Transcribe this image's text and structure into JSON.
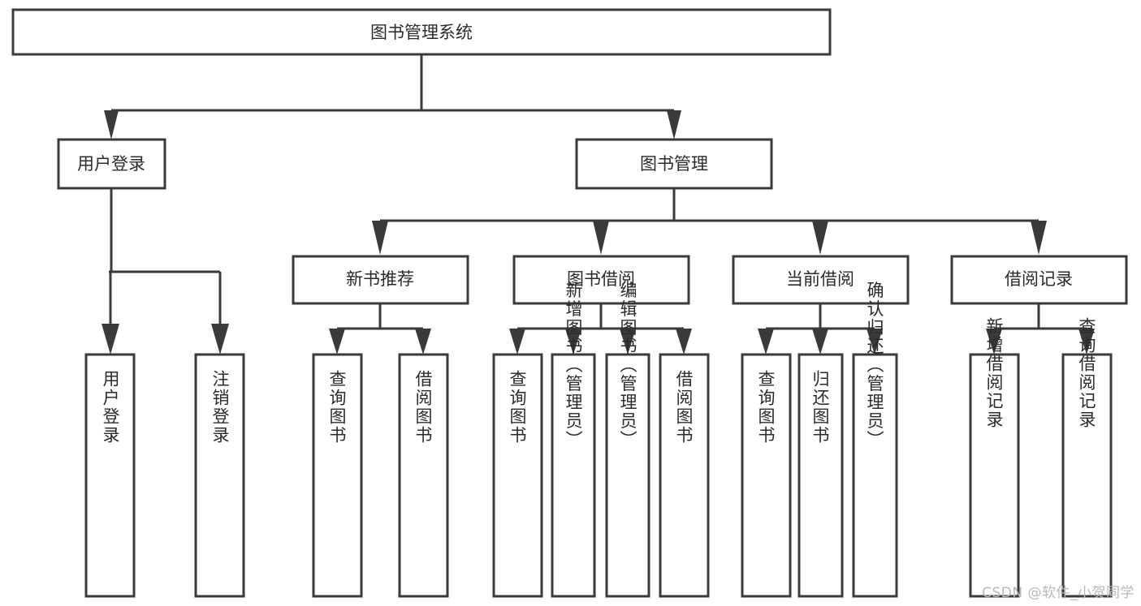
{
  "diagram": {
    "type": "tree-hierarchy",
    "title": "图书管理系统",
    "root": {
      "id": "root",
      "label": "图书管理系统",
      "orientation": "horizontal"
    },
    "level2": [
      {
        "id": "user-login",
        "label": "用户登录",
        "orientation": "horizontal"
      },
      {
        "id": "book-manage",
        "label": "图书管理",
        "orientation": "horizontal"
      }
    ],
    "level3": [
      {
        "id": "new-book-recommend",
        "label": "新书推荐",
        "orientation": "horizontal",
        "parent": "book-manage"
      },
      {
        "id": "book-borrow",
        "label": "图书借阅",
        "orientation": "horizontal",
        "parent": "book-manage"
      },
      {
        "id": "current-borrow",
        "label": "当前借阅",
        "orientation": "horizontal",
        "parent": "book-manage"
      },
      {
        "id": "borrow-record",
        "label": "借阅记录",
        "orientation": "horizontal",
        "parent": "book-manage"
      }
    ],
    "leaves": [
      {
        "id": "leaf-user-login",
        "label": "用户登录",
        "orientation": "vertical",
        "parent": "user-login"
      },
      {
        "id": "leaf-logout-login",
        "label": "注销登录",
        "orientation": "vertical",
        "parent": "user-login"
      },
      {
        "id": "leaf-query-book-1",
        "label": "查询图书",
        "orientation": "vertical",
        "parent": "new-book-recommend"
      },
      {
        "id": "leaf-borrow-book-1",
        "label": "借阅图书",
        "orientation": "vertical",
        "parent": "new-book-recommend"
      },
      {
        "id": "leaf-query-book-2",
        "label": "查询图书",
        "orientation": "vertical",
        "parent": "book-borrow"
      },
      {
        "id": "leaf-add-book",
        "label": "新增图书（管理员）",
        "orientation": "vertical",
        "parent": "book-borrow"
      },
      {
        "id": "leaf-edit-book",
        "label": "编辑图书（管理员）",
        "orientation": "vertical",
        "parent": "book-borrow"
      },
      {
        "id": "leaf-borrow-book-2",
        "label": "借阅图书",
        "orientation": "vertical",
        "parent": "book-borrow"
      },
      {
        "id": "leaf-query-book-3",
        "label": "查询图书",
        "orientation": "vertical",
        "parent": "current-borrow"
      },
      {
        "id": "leaf-return-book",
        "label": "归还图书",
        "orientation": "vertical",
        "parent": "current-borrow"
      },
      {
        "id": "leaf-confirm-return",
        "label": "确认归还（管理员）",
        "orientation": "vertical",
        "parent": "current-borrow"
      },
      {
        "id": "leaf-add-record",
        "label": "新增借阅记录",
        "orientation": "vertical",
        "parent": "borrow-record"
      },
      {
        "id": "leaf-query-record",
        "label": "查询借阅记录",
        "orientation": "vertical",
        "parent": "borrow-record"
      }
    ],
    "colors": {
      "stroke": "#3a3a3c",
      "fill": "#ffffff",
      "text": "#2b2b2b",
      "background": "#ffffff",
      "watermark": "#b9b9b9"
    }
  },
  "watermark": {
    "text": "CSDN @软件_小贺同学"
  }
}
